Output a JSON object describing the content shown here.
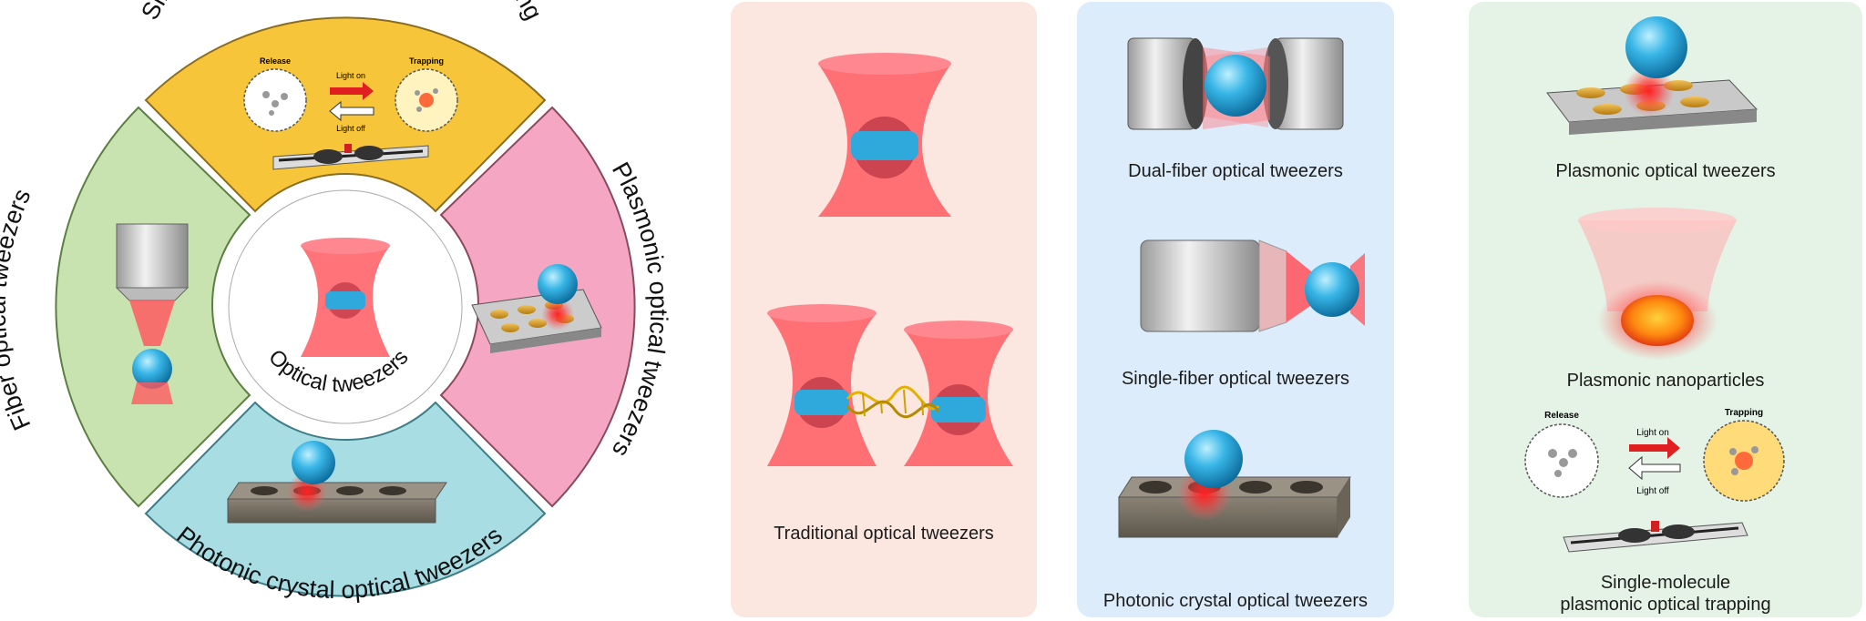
{
  "circle": {
    "center_label": "Optical tweezers",
    "segments": [
      {
        "label": "Single-molecule plasmonic optical trapping",
        "color": "#f7c53a"
      },
      {
        "label": "Plasmonic optical tweezers",
        "color": "#f4a6c3"
      },
      {
        "label": "Photonic crystal optical tweezers",
        "color": "#a8dde4"
      },
      {
        "label": "Fiber optical tweezers",
        "color": "#c8e3b0"
      }
    ]
  },
  "inset": {
    "release": "Release",
    "trapping": "Trapping",
    "light_on": "Light on",
    "light_off": "Light off"
  },
  "panels": {
    "traditional": {
      "bg": "#fbe6e0",
      "caption": "Traditional optical tweezers"
    },
    "fiber": {
      "bg": "#dcecfb",
      "captions": [
        "Dual-fiber optical tweezers",
        "Single-fiber optical tweezers",
        "Photonic crystal optical tweezers"
      ]
    },
    "plasmonic": {
      "bg": "#e4f3e6",
      "captions": [
        "Plasmonic optical tweezers",
        "Plasmonic nanoparticles",
        "Single-molecule",
        "plasmonic optical trapping"
      ]
    }
  },
  "icons": [
    "laser-beam-icon",
    "bead-icon",
    "fiber-icon",
    "gold-disk-array-icon",
    "photonic-crystal-icon",
    "dna-icon",
    "molecule-icon",
    "arrow-icon"
  ]
}
